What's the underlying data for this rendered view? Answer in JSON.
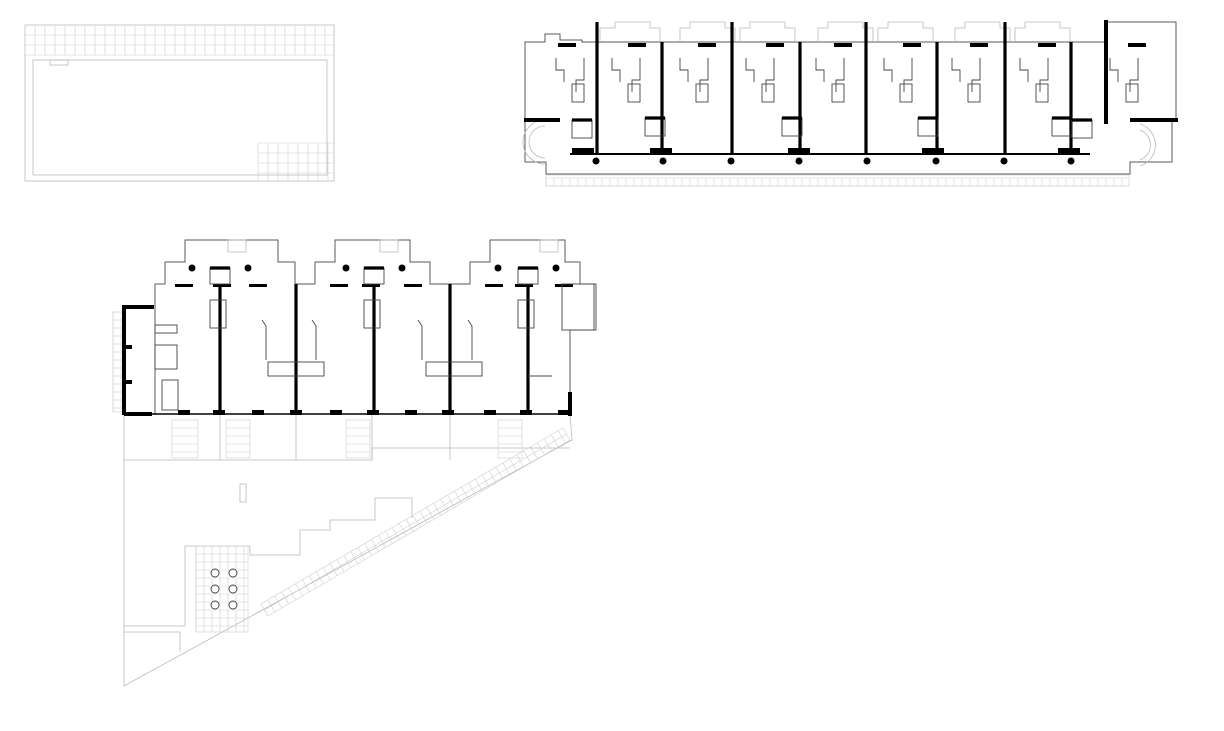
{
  "drawing": {
    "plans": [
      {
        "id": "roof-plan",
        "kind": "roof"
      },
      {
        "id": "upper-floor-plan",
        "kind": "floor",
        "bays": 9
      },
      {
        "id": "ground-floor-plan",
        "kind": "floor",
        "bays": 6
      }
    ],
    "colors": {
      "wall": "#000000",
      "outline": "#b9b9b9",
      "paving": "#cfcfcf",
      "background": "#ffffff"
    }
  }
}
